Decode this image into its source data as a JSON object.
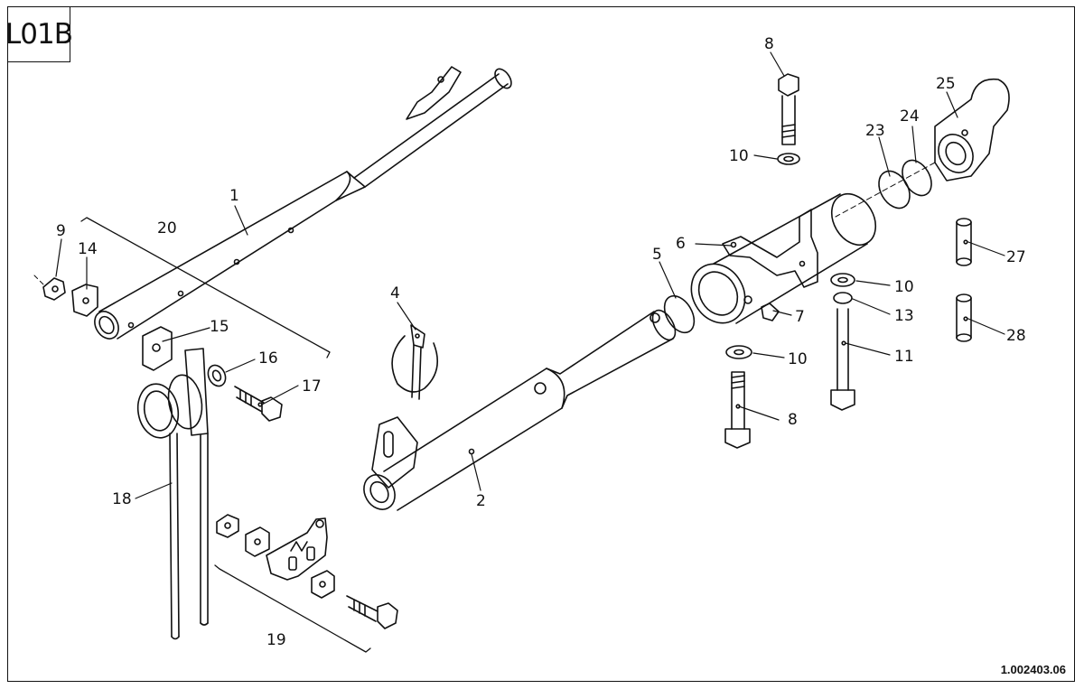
{
  "sheet": {
    "code": "L01B",
    "drawing_number": "1.002403.06"
  },
  "callouts": {
    "c1": "1",
    "c2": "2",
    "c4": "4",
    "c5": "5",
    "c6": "6",
    "c7": "7",
    "c8_top": "8",
    "c8_bottom": "8",
    "c9": "9",
    "c10_top": "10",
    "c10_right": "10",
    "c10_mid": "10",
    "c11": "11",
    "c13": "13",
    "c14": "14",
    "c15": "15",
    "c16": "16",
    "c17": "17",
    "c18": "18",
    "c19": "19",
    "c20": "20",
    "c23": "23",
    "c24": "24",
    "c25": "25",
    "c27": "27",
    "c28": "28"
  }
}
